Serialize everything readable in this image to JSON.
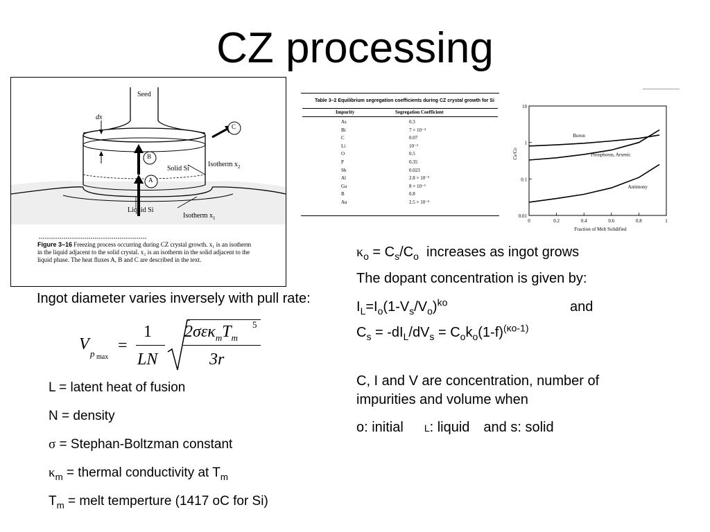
{
  "title": "CZ processing",
  "figure1": {
    "labels": {
      "seed": "Seed",
      "dx": "dx",
      "solid": "Solid Si",
      "liquid": "Liquid Si",
      "isotherm2": "Isotherm x",
      "isotherm2_sub": "2",
      "isotherm1": "Isotherm x",
      "isotherm1_sub": "1",
      "a": "A",
      "b": "B",
      "c": "C"
    },
    "caption_title": "Figure 3–16",
    "caption_text": "Freezing process occurring during CZ crystal growth. x₁ is an isotherm in the liquid adjacent to the solid crystal. x₂ is an isotherm in the solid adjacent to the liquid phase. The heat fluxes A, B and C are described in the text."
  },
  "table": {
    "title": "Table 3–2  Equilibrium segregation coefficients during CZ crystal growth for Si",
    "headers": [
      "Impurity",
      "Segregation Coefficient"
    ],
    "rows": [
      [
        "As",
        "0.3"
      ],
      [
        "Bi",
        "7 × 10⁻⁴"
      ],
      [
        "C",
        "0.07"
      ],
      [
        "Li",
        "10⁻²"
      ],
      [
        "O",
        "0.5"
      ],
      [
        "P",
        "0.35"
      ],
      [
        "Sb",
        "0.023"
      ],
      [
        "Al",
        "2.8 × 10⁻³"
      ],
      [
        "Ga",
        "8 × 10⁻³"
      ],
      [
        "B",
        "0.8"
      ],
      [
        "Au",
        "2.5 × 10⁻⁵"
      ]
    ]
  },
  "chart_data": {
    "type": "line",
    "title": "",
    "xlabel": "Fraction of Melt Solidified",
    "ylabel": "Cs/Co",
    "xlim": [
      0,
      1
    ],
    "ylim": [
      0.01,
      10
    ],
    "yscale": "log",
    "x_ticks": [
      "0",
      "0.2",
      "0.4",
      "0.6",
      "0.8",
      "1"
    ],
    "y_ticks": [
      "10",
      "1",
      "0.1",
      "0.01"
    ],
    "series": [
      {
        "name": "Boron",
        "x": [
          0,
          0.2,
          0.4,
          0.6,
          0.8,
          0.95
        ],
        "y": [
          0.8,
          0.86,
          0.95,
          1.1,
          1.3,
          1.6
        ]
      },
      {
        "name": "Phosphorus, Arsenic",
        "x": [
          0,
          0.2,
          0.4,
          0.6,
          0.8,
          0.95
        ],
        "y": [
          0.33,
          0.38,
          0.47,
          0.62,
          1.0,
          2.2
        ]
      },
      {
        "name": "Antimony",
        "x": [
          0,
          0.2,
          0.4,
          0.6,
          0.8,
          0.95
        ],
        "y": [
          0.023,
          0.029,
          0.038,
          0.057,
          0.11,
          0.25
        ]
      }
    ]
  },
  "left": {
    "intro": "Ingot diameter varies inversely with pull rate:",
    "formula": {
      "lhs": "V",
      "lhs_sub1": "p",
      "lhs_sub2": "max",
      "eq": "=",
      "num": "1",
      "den": "LN",
      "root_num": "2σεκ",
      "root_num_sub": "m",
      "root_num_t": "T",
      "root_num_t_sub": "m",
      "root_num_exp": "5",
      "root_den": "3r"
    },
    "defs": [
      {
        "sym": "L",
        "sub": "",
        "text": " = latent heat of fusion"
      },
      {
        "sym": "N",
        "sub": "",
        "text": " = density"
      },
      {
        "sym": "σ",
        "sub": "",
        "text": " = Stephan-Boltzman constant"
      },
      {
        "sym": "κ",
        "sub": "m",
        "text": " = thermal conductivity at T",
        "tail_sub": "m"
      },
      {
        "sym": "T",
        "sub": "m",
        "text": " = melt temperture (1417 oC for Si)"
      }
    ]
  },
  "right": {
    "line1_k": "κ",
    "line1_ko_sub": "o",
    "line1_eq": " = C",
    "line1_s_sub": "s",
    "line1_slash": "/C",
    "line1_o_sub": "o",
    "line1_rest": "  increases as ingot grows",
    "para1": "The dopant concentration is given by:",
    "eq1_a": "I",
    "eq1_L": "L",
    "eq1_b": "=I",
    "eq1_o": "o",
    "eq1_c": "(1-V",
    "eq1_s": "s",
    "eq1_d": "/V",
    "eq1_o2": "o",
    "eq1_e": ")",
    "eq1_sup": "ko",
    "eq1_and": "and",
    "eq2_a": "C",
    "eq2_s": "s",
    "eq2_b": " = -dI",
    "eq2_L": "L",
    "eq2_c": "/dV",
    "eq2_s2": "s",
    "eq2_d": " = C",
    "eq2_o": "o",
    "eq2_e": "k",
    "eq2_o2": "o",
    "eq2_f": "(1-f)",
    "eq2_sup": "(κo-1)",
    "para2": "C, I and V are concentration, number of impurities and volume when",
    "legend_o": "o: initial",
    "legend_L": "L",
    "legend_L_text": ": liquid",
    "legend_s": "and s: solid"
  }
}
